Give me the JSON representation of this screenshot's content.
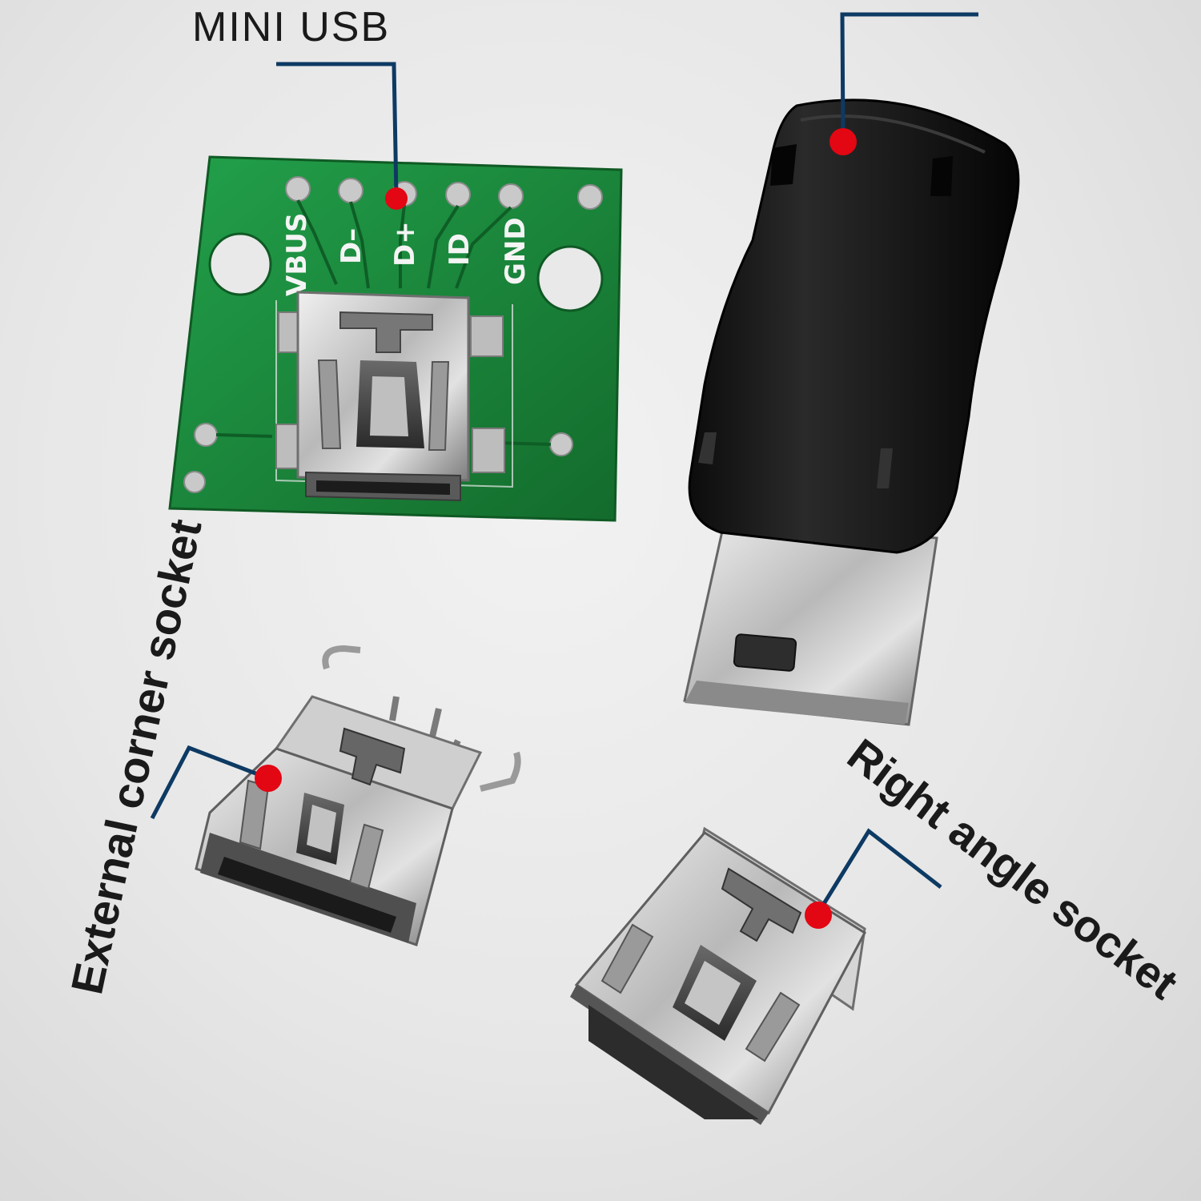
{
  "labels": {
    "mini_usb": "MINI USB",
    "external_corner_socket": "External corner socket",
    "right_angle_socket": "Right angle socket"
  },
  "pcb": {
    "pin_labels": [
      "VBUS",
      "D–",
      "D+",
      "ID",
      "GND"
    ],
    "board_color": "#1e8a3c"
  },
  "colors": {
    "leader_line": "#0d3a63",
    "marker_dot": "#e30613",
    "plug_body": "#141414",
    "metal": "#c4c4c4"
  }
}
